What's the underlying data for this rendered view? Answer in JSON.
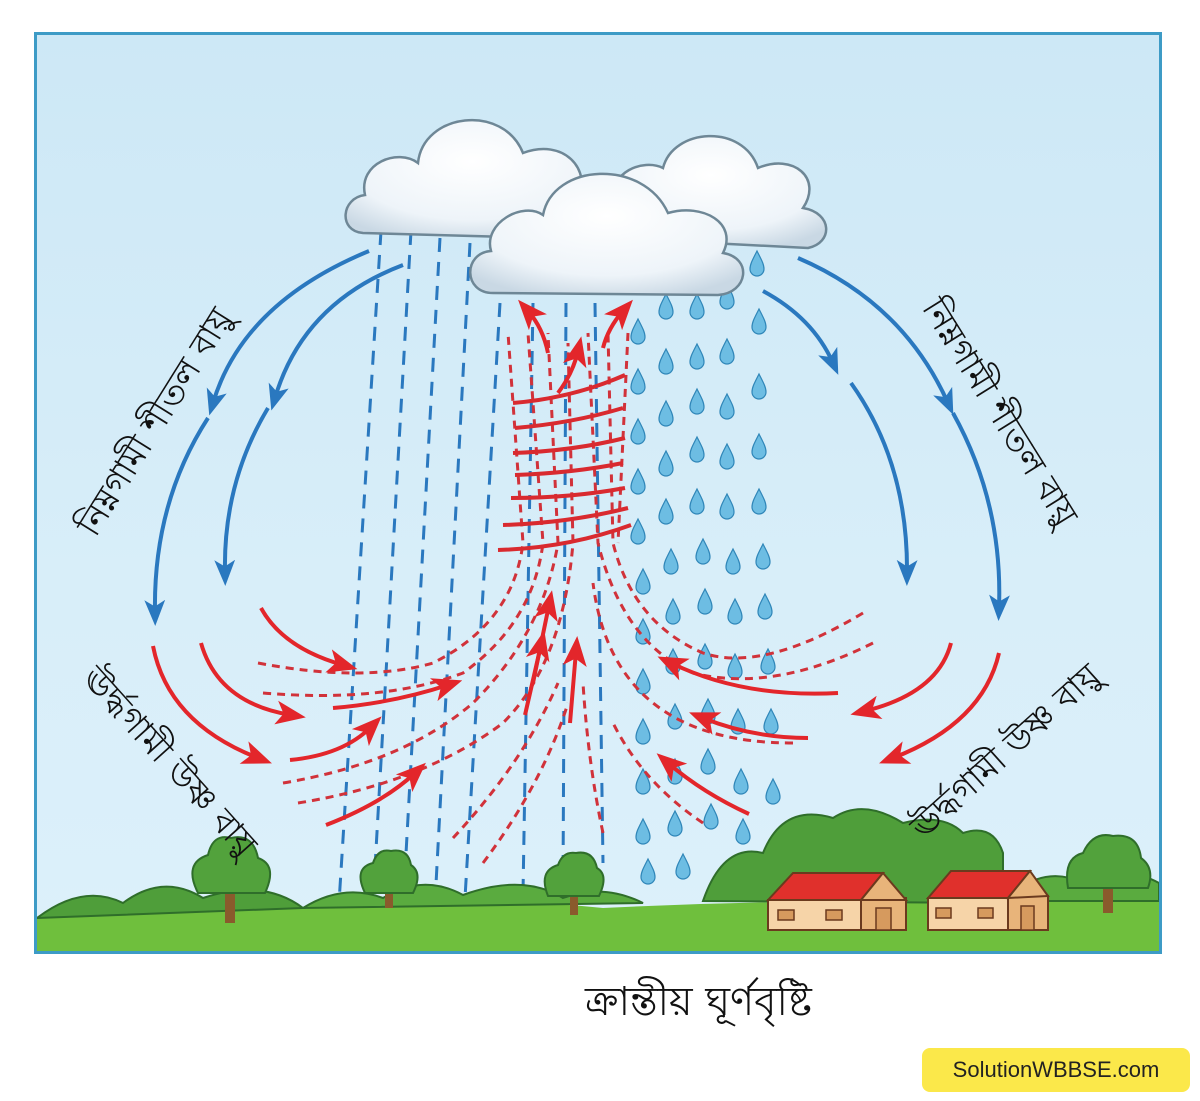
{
  "diagram": {
    "title": "ক্রান্তীয় ঘূর্ণবৃষ্টি",
    "labels": {
      "top_left": "নিম্নগামী শীতল বায়ু",
      "top_right": "নিম্নগামী শীতল বায়ু",
      "bottom_left": "ঊর্দ্ধগামী উষ্ণ বায়ু",
      "bottom_right": "ঊর্দ্ধগামী উষ্ণ বায়ু"
    },
    "elements": {
      "clouds": 3,
      "houses": 2,
      "descending_air_arrows_color": "#2a78bf",
      "ascending_air_arrows_color": "#e3262b",
      "rain_drops_color": "#5fb3dc",
      "sky_color": "#d4ecf8",
      "frame_border_color": "#3d9bc6",
      "ground_color": "#6fbf3d",
      "roof_color": "#e0302c"
    }
  },
  "watermark": {
    "text": "SolutionWBBSE.com",
    "background": "#fbe84a"
  }
}
